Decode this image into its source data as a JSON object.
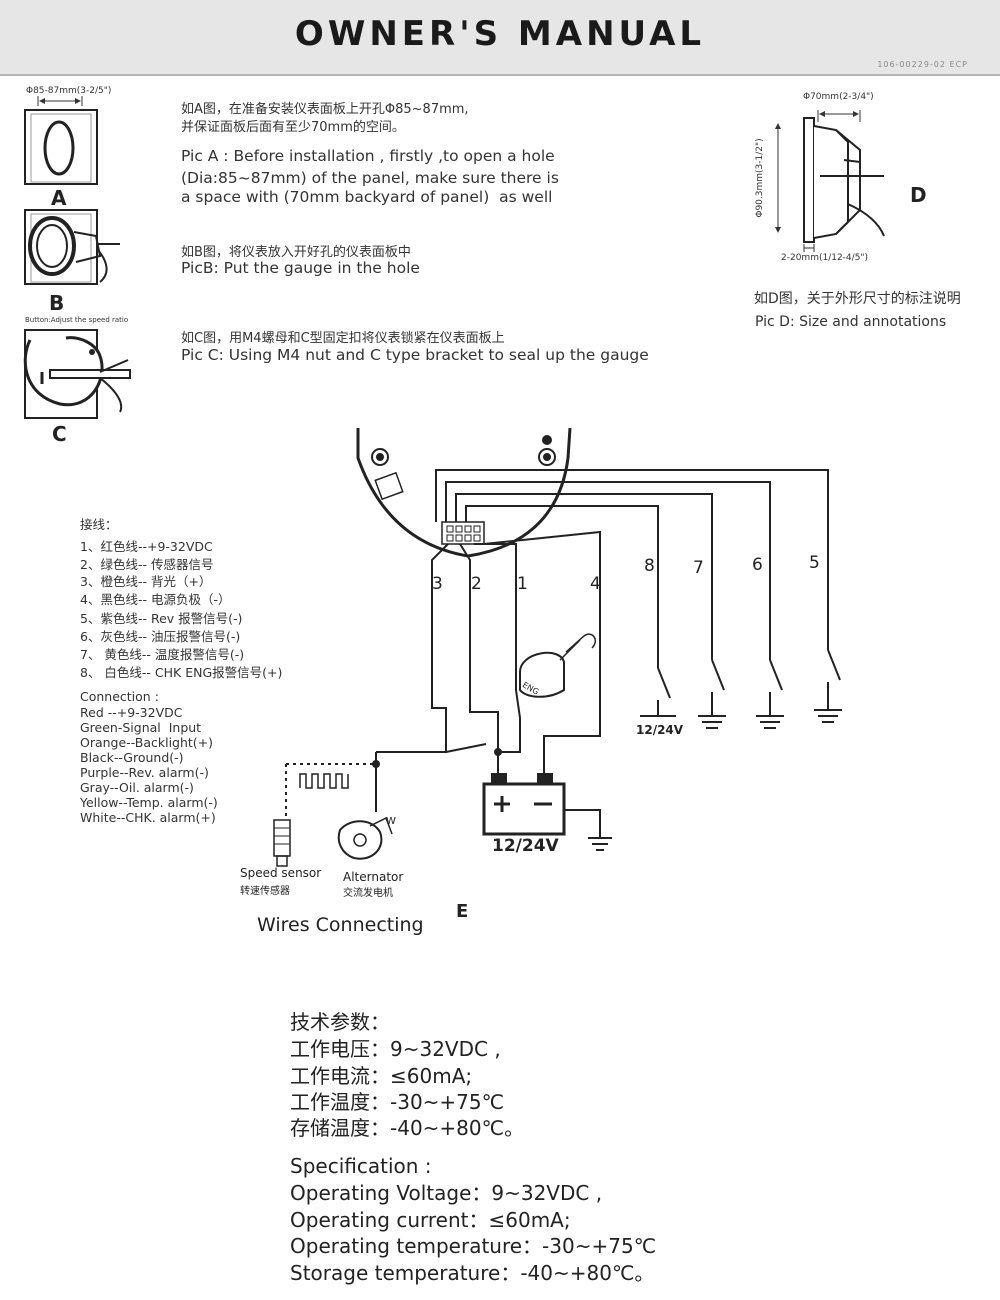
{
  "header": {
    "title": "OWNER'S  MANUAL",
    "code": "106-00229-02 ECP"
  },
  "picA": {
    "dim": "Φ85-87mm(3-2/5\")",
    "label": "A",
    "cn": [
      "如A图，在准备安装仪表面板上开孔Φ85~87mm,",
      "并保证面板后面有至少70mm的空间。"
    ],
    "en": [
      "Pic A : Before installation , firstly ,to open a hole",
      "(Dia:85~87mm) of the panel, make sure there is",
      "a space with (70mm backyard of panel)  as well"
    ]
  },
  "picB": {
    "label": "B",
    "cn": "如B图，将仪表放入开好孔的仪表面板中",
    "en": "PicB: Put the gauge in the hole"
  },
  "picC": {
    "label": "C",
    "note": "Button:Adjust the speed ratio",
    "cn": "如C图，用M4螺母和C型固定扣将仪表锁紧在仪表面板上",
    "en": "Pic C: Using M4 nut and C type bracket to seal up the gauge"
  },
  "picD": {
    "label": "D",
    "dim_top": "Φ70mm(2-3/4\")",
    "dim_side": "Φ90.3mm(3-1/2\")",
    "dim_bottom": "2-20mm(1/12-4/5\")",
    "cn": "如D图，关于外形尺寸的标注说明",
    "en": "Pic D: Size and annotations"
  },
  "wiring": {
    "title_cn": "接线：",
    "items_cn": [
      "1、红色线--+9-32VDC",
      "2、绿色线-- 传感器信号",
      "3、橙色线-- 背光（+）",
      "4、黑色线-- 电源负极（-）",
      "5、紫色线-- Rev 报警信号(-)",
      "6、灰色线-- 油压报警信号(-)",
      "7、 黄色线-- 温度报警信号(-)",
      "8、 白色线-- CHK ENG报警信号(+)"
    ],
    "title_en": "Connection :",
    "items_en": [
      "Red --+9-32VDC",
      "Green-Signal  Input",
      "Orange--Backlight(+)",
      "Black--Ground(-)",
      "Purple--Rev. alarm(-)",
      "Gray--Oil. alarm(-)",
      "Yellow--Temp. alarm(-)",
      "White--CHK. alarm(+)"
    ]
  },
  "diagramE": {
    "label": "E",
    "caption": "Wires Connecting",
    "wire_numbers": [
      "3",
      "2",
      "1",
      "4",
      "8",
      "7",
      "6",
      "5"
    ],
    "switch_supply": "12/24V",
    "battery": "12/24V",
    "speed_sensor_en": "Speed sensor",
    "speed_sensor_cn": "转速传感器",
    "alternator_en": "Alternator",
    "alternator_cn": "交流发电机",
    "w_label": "W",
    "key_label": "ENG"
  },
  "spec_cn": {
    "title": "技术参数：",
    "lines": [
      "工作电压：9~32VDC ,",
      "工作电流：≤60mA;",
      "工作温度：-30~+75℃",
      "存储温度：-40~+80℃。"
    ]
  },
  "spec_en": {
    "title": "Specification :",
    "lines": [
      "Operating Voltage：9~32VDC ,",
      "Operating current：≤60mA;",
      "Operating temperature：-30~+75℃",
      "Storage temperature：-40~+80℃。"
    ]
  }
}
